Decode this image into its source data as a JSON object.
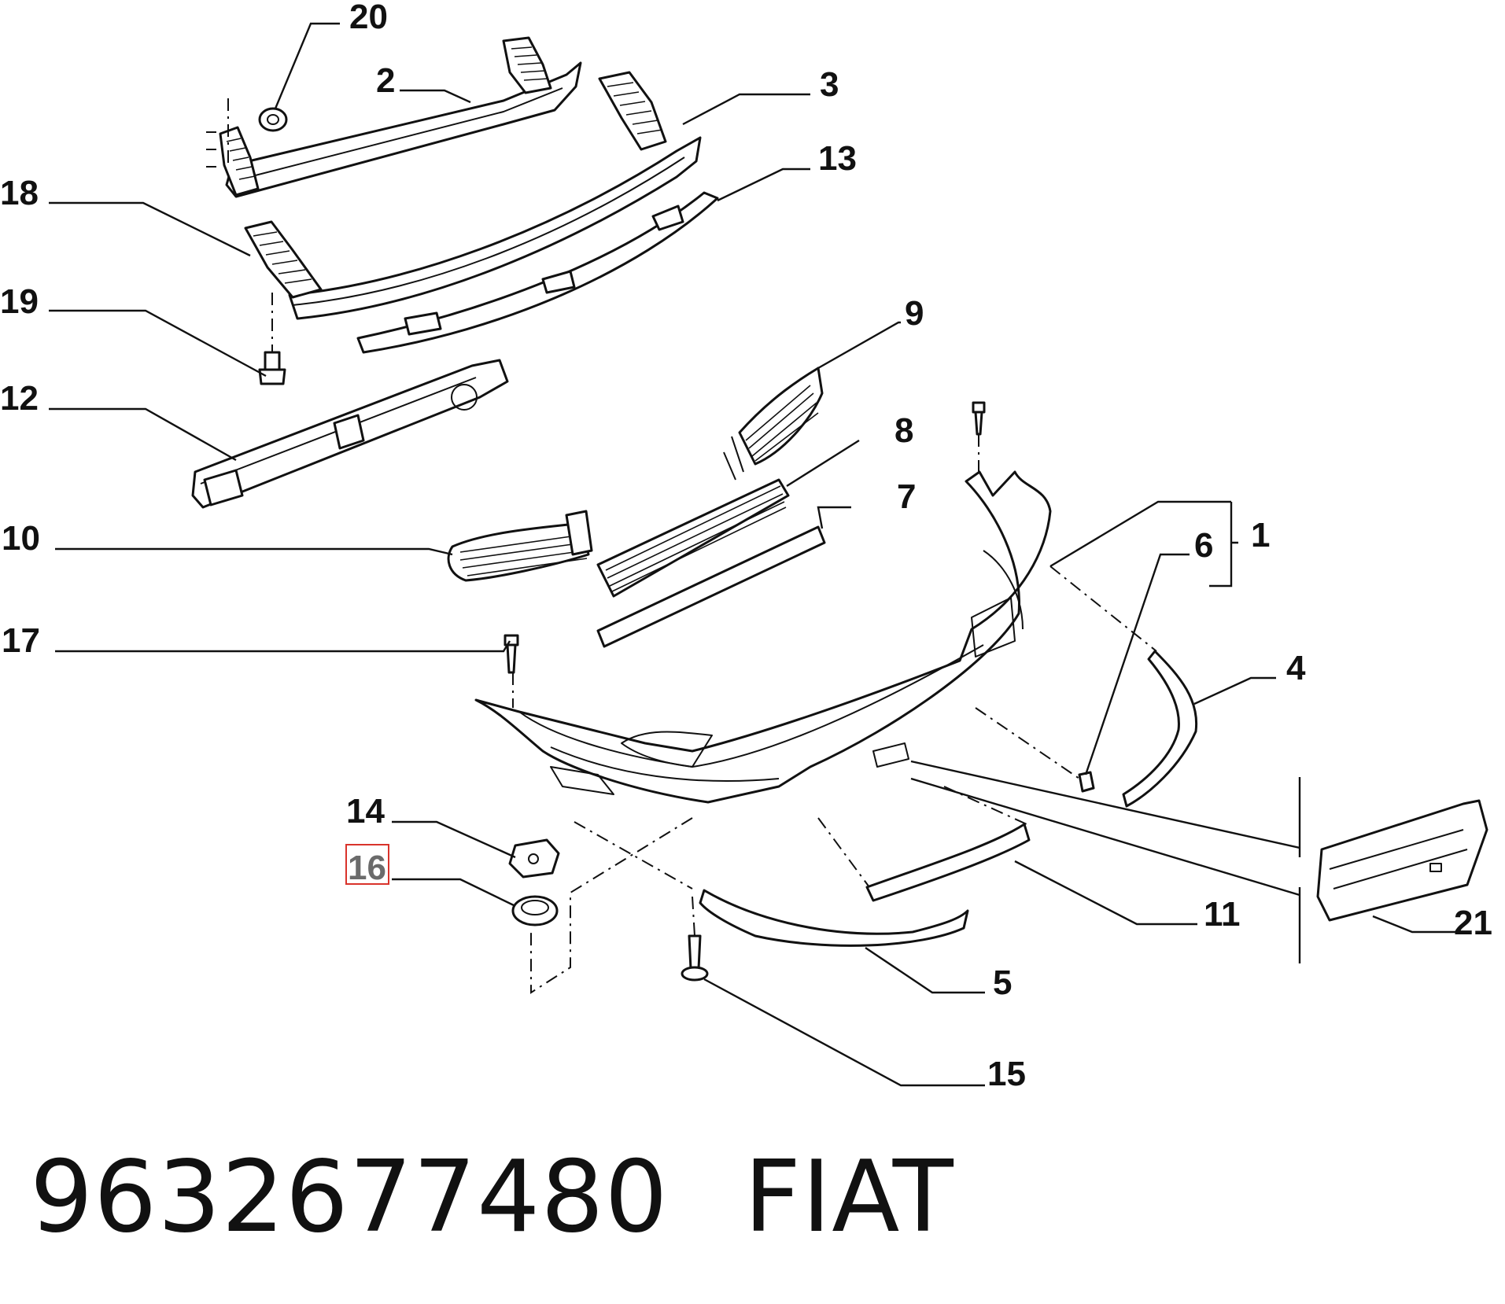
{
  "callouts": {
    "n1": "1",
    "n2": "2",
    "n3": "3",
    "n4": "4",
    "n5": "5",
    "n6": "6",
    "n7": "7",
    "n8": "8",
    "n9": "9",
    "n10": "10",
    "n11": "11",
    "n12": "12",
    "n13": "13",
    "n14": "14",
    "n15": "15",
    "n16": "16",
    "n17": "17",
    "n18": "18",
    "n19": "19",
    "n20": "20",
    "n21": "21"
  },
  "highlighted_callout": "16",
  "caption": {
    "part_number": "9632677480",
    "brand": "FIAT"
  },
  "colors": {
    "line": "#111111",
    "highlight_box": "#d9332b",
    "highlight_text": "#6b6b6b",
    "background": "#ffffff"
  }
}
